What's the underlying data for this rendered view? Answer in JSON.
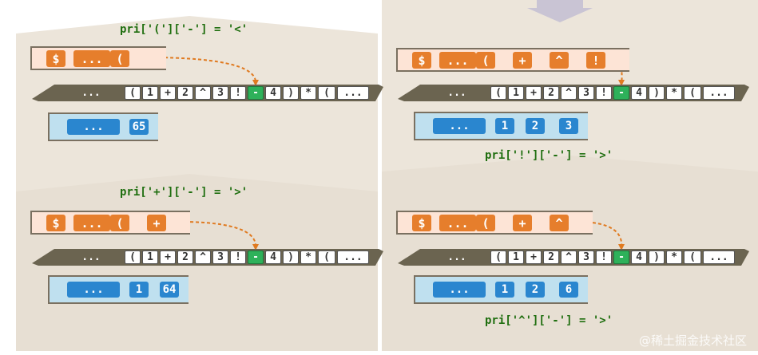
{
  "panels": [
    {
      "id": "p1",
      "label": "pri['('][ '-'] = '<'",
      "op_stack": [
        "$",
        "...",
        "("
      ],
      "tape": [
        "...",
        "(",
        "1",
        "+",
        "2",
        "^",
        "3",
        "!",
        "-",
        "4",
        ")",
        "*",
        "(",
        "..."
      ],
      "current_index": 8,
      "num_stack": [
        "...",
        "65"
      ]
    },
    {
      "id": "p2",
      "label": "pri['!']['-'] = '>'",
      "op_stack": [
        "$",
        "...",
        "(",
        "+",
        "^",
        "!"
      ],
      "tape": [
        "...",
        "(",
        "1",
        "+",
        "2",
        "^",
        "3",
        "!",
        "-",
        "4",
        ")",
        "*",
        "(",
        "..."
      ],
      "current_index": 8,
      "num_stack": [
        "...",
        "1",
        "2",
        "3"
      ]
    },
    {
      "id": "p3",
      "label": "pri['+']['-'] = '>'",
      "op_stack": [
        "$",
        "...",
        "(",
        "+"
      ],
      "tape": [
        "...",
        "(",
        "1",
        "+",
        "2",
        "^",
        "3",
        "!",
        "-",
        "4",
        ")",
        "*",
        "(",
        "..."
      ],
      "current_index": 8,
      "num_stack": [
        "...",
        "1",
        "64"
      ]
    },
    {
      "id": "p4",
      "label": "pri['^']['-'] = '>'",
      "op_stack": [
        "$",
        "...",
        "(",
        "+",
        "^"
      ],
      "tape": [
        "...",
        "(",
        "1",
        "+",
        "2",
        "^",
        "3",
        "!",
        "-",
        "4",
        ")",
        "*",
        "(",
        "..."
      ],
      "current_index": 8,
      "num_stack": [
        "...",
        "1",
        "2",
        "6"
      ]
    }
  ],
  "labels_text": {
    "p1": "pri['(']['-'] = '<'",
    "p2": "pri['!']['-'] = '>'",
    "p3": "pri['+']['-'] = '>'",
    "p4": "pri['^']['-'] = '>'"
  },
  "colors": {
    "background": "#efe8dc",
    "operator": "#e67e2c",
    "number": "#2a86cf",
    "current": "#2eb15a",
    "tape": "#6b6450",
    "arrow": "#e07a20",
    "label": "#1f6e0f"
  },
  "watermark": "@稀土掘金技术社区"
}
